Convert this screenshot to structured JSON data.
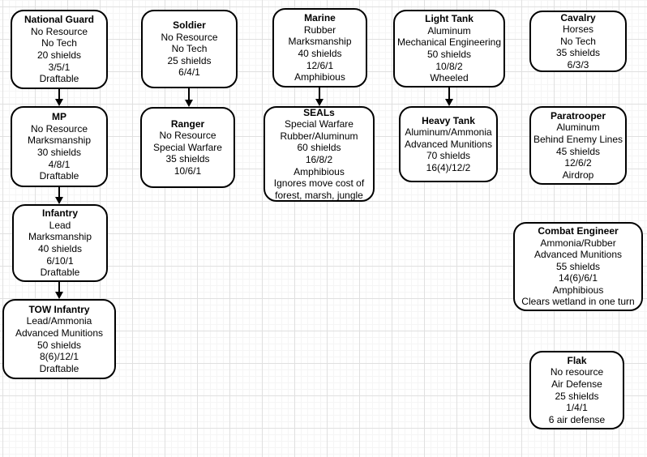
{
  "diagram": {
    "type": "unit-tech-tree",
    "colors": {
      "node_fill": "#ffffff",
      "node_border": "#000000",
      "text": "#000000",
      "grid_major": "#e0e0e0",
      "grid_minor": "#f5f5f5",
      "arrow": "#000000"
    },
    "connections": [
      {
        "from": "National Guard",
        "to": "MP"
      },
      {
        "from": "MP",
        "to": "Infantry"
      },
      {
        "from": "Infantry",
        "to": "TOW Infantry"
      },
      {
        "from": "Soldier",
        "to": "Ranger"
      },
      {
        "from": "Marine",
        "to": "SEALs"
      },
      {
        "from": "Light Tank",
        "to": "Heavy Tank"
      }
    ]
  },
  "units": [
    {
      "id": "national-guard",
      "title": "National Guard",
      "lines": [
        "No Resource",
        "No Tech",
        "20 shields",
        "3/5/1",
        "Draftable"
      ]
    },
    {
      "id": "soldier",
      "title": "Soldier",
      "lines": [
        "No Resource",
        "No Tech",
        "25 shields",
        "6/4/1"
      ]
    },
    {
      "id": "marine",
      "title": "Marine",
      "lines": [
        "Rubber",
        "Marksmanship",
        "40 shields",
        "12/6/1",
        "Amphibious"
      ]
    },
    {
      "id": "light-tank",
      "title": "Light Tank",
      "lines": [
        "Aluminum",
        "Mechanical Engineering",
        "50 shields",
        "10/8/2",
        "Wheeled"
      ]
    },
    {
      "id": "cavalry",
      "title": "Cavalry",
      "lines": [
        "Horses",
        "No Tech",
        "35 shields",
        "6/3/3"
      ]
    },
    {
      "id": "mp",
      "title": "MP",
      "lines": [
        "No Resource",
        "Marksmanship",
        "30 shields",
        "4/8/1",
        "Draftable"
      ]
    },
    {
      "id": "ranger",
      "title": "Ranger",
      "lines": [
        "No Resource",
        "Special Warfare",
        "35 shields",
        "10/6/1"
      ]
    },
    {
      "id": "seals",
      "title": "SEALs",
      "lines": [
        "Special Warfare",
        "Rubber/Aluminum",
        "60 shields",
        "16/8/2",
        "Amphibious",
        "Ignores move cost of",
        "forest, marsh, jungle"
      ]
    },
    {
      "id": "heavy-tank",
      "title": "Heavy Tank",
      "lines": [
        "Aluminum/Ammonia",
        "Advanced Munitions",
        "70 shields",
        "16(4)/12/2"
      ]
    },
    {
      "id": "paratrooper",
      "title": "Paratrooper",
      "lines": [
        "Aluminum",
        "Behind Enemy Lines",
        "45 shields",
        "12/6/2",
        "Airdrop"
      ]
    },
    {
      "id": "infantry",
      "title": "Infantry",
      "lines": [
        "Lead",
        "Marksmanship",
        "40 shields",
        "6/10/1",
        "Draftable"
      ]
    },
    {
      "id": "combat-engineer",
      "title": "Combat Engineer",
      "lines": [
        "Ammonia/Rubber",
        "Advanced Munitions",
        "55 shields",
        "14(6)/6/1",
        "Amphibious",
        "Clears wetland in one turn"
      ]
    },
    {
      "id": "tow-infantry",
      "title": "TOW Infantry",
      "lines": [
        "Lead/Ammonia",
        "Advanced Munitions",
        "50 shields",
        "8(6)/12/1",
        "Draftable"
      ]
    },
    {
      "id": "flak",
      "title": "Flak",
      "lines": [
        "No resource",
        "Air Defense",
        "25 shields",
        "1/4/1",
        "6 air defense"
      ]
    }
  ]
}
